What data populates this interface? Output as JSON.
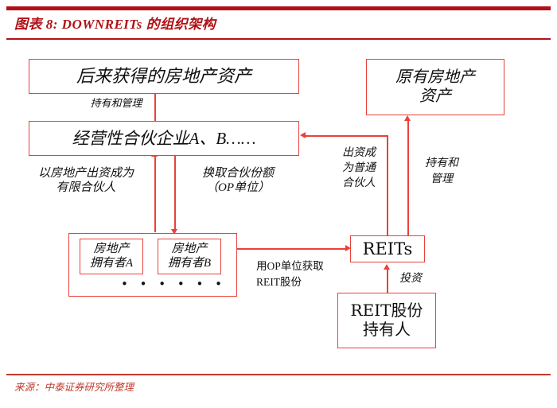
{
  "theme": {
    "title_color": "#b11116",
    "box_border_color": "#e8413a",
    "connector_color": "#e8413a",
    "source_color": "#c0392b",
    "text_color": "#111111",
    "background": "#ffffff"
  },
  "header": {
    "exhibit_label": "图表 8:",
    "title": "图表 8:  DOWNREITs 的组织架构"
  },
  "footer": {
    "source": "来源：中泰证券研究所整理"
  },
  "diagram": {
    "boxes": {
      "acquired_property": {
        "line1": "后来获得的房地产资产"
      },
      "original_property": {
        "line1": "原有房地产",
        "line2": "资产"
      },
      "operating_partnership": {
        "line1": "经营性合伙企业A、B……"
      },
      "owner_a": {
        "line1": "房地产",
        "line2": "拥有者A"
      },
      "owner_b": {
        "line1": "房地产",
        "line2": "拥有者B"
      },
      "owners_group_dots": "• • • • • •",
      "reits": {
        "line1": "REITs"
      },
      "reit_shareholders": {
        "line1": "REIT股份",
        "line2": "持有人"
      }
    },
    "edge_labels": {
      "hold_and_manage_left": {
        "line1": "持有和管理"
      },
      "contribute_property_lp": {
        "line1": "以房地产出资成为",
        "line2": "有限合伙人"
      },
      "exchange_op_units": {
        "line1": "换取合伙份额",
        "line2": "（OP单位）"
      },
      "become_general_partner": {
        "line1": "出资成",
        "line2": "为普通",
        "line3": "合伙人"
      },
      "hold_and_manage_right": {
        "line1": "持有和",
        "line2": "管理"
      },
      "op_units_for_reit_shares": {
        "line1": "用OP单位获取",
        "line2": "REIT股份"
      },
      "invest": {
        "line1": "投资"
      }
    }
  }
}
